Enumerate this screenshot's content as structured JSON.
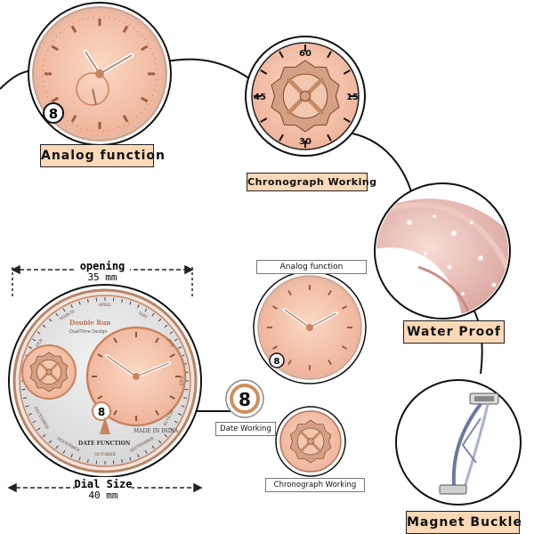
{
  "labels": {
    "analog_function": "Analog function",
    "chronograph_working": "Chronograph Working",
    "water_proof": "Water Proof",
    "magnet_buckle": "Magnet Buckle",
    "analog_function_small": "Analog function",
    "chronograph_working_small": "Chronograph Working",
    "date_working": "Date Working"
  },
  "dimensions": {
    "opening_label": "opening",
    "opening_value": "35 mm",
    "dial_size_label": "Dial Size",
    "dial_size_value": "40 mm"
  },
  "dial": {
    "brand": "Double Run",
    "subtitle": "DualTime Design",
    "made_in": "MADE IN INDIA",
    "date_function": "DATE FUNCTION",
    "months": [
      "FEB",
      "MARCH",
      "APRIL",
      "MAY",
      "JUN",
      "JULY",
      "AUGUST",
      "SEPTEMBER",
      "OCTOBER",
      "NOVEMBER",
      "DECEMBER"
    ]
  },
  "date_number": "8",
  "chronograph_marks": [
    "60",
    "15",
    "30",
    "45"
  ],
  "colors": {
    "dial_pink": "#f6c4ab",
    "rose_gold": "#c9835f",
    "label_orange": "#fbd9b8"
  }
}
